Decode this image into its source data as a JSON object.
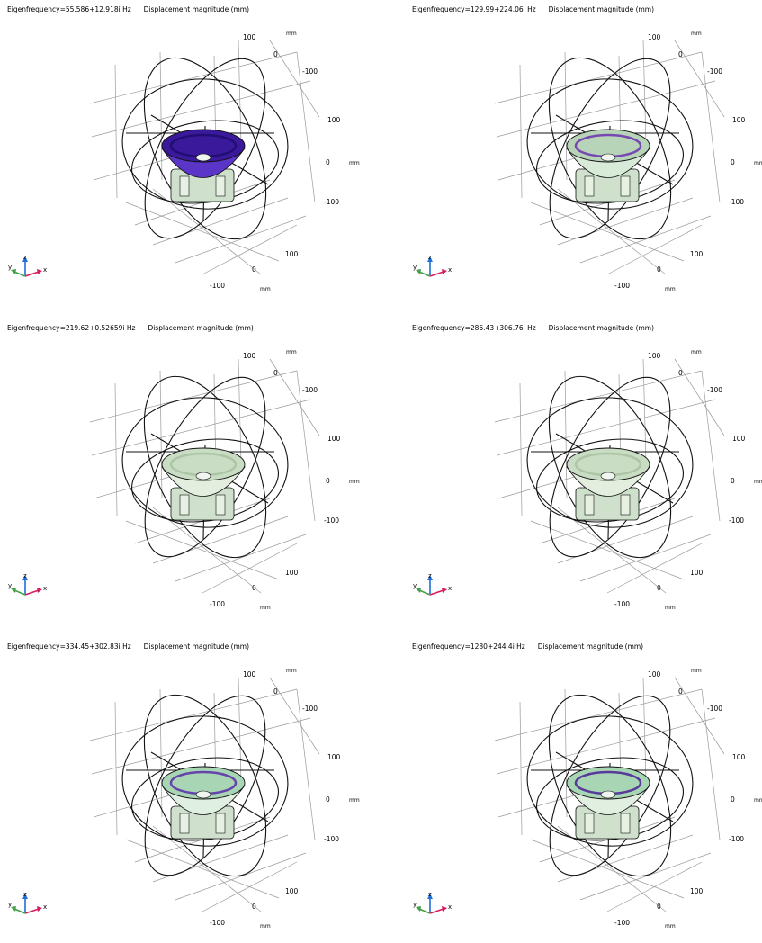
{
  "plot_title": "Displacement magnitude (mm)",
  "panels": [
    {
      "eigenfrequency": "Eigenfrequency=55.586+12.918i Hz",
      "mode_colors": [
        "#3a1a9a",
        "#1e0c6e",
        "#5a35c8"
      ]
    },
    {
      "eigenfrequency": "Eigenfrequency=129.99+224.06i Hz",
      "mode_colors": [
        "#b8d4b8",
        "#6b2fb0",
        "#d8ead8"
      ]
    },
    {
      "eigenfrequency": "Eigenfrequency=219.62+0.52659i Hz",
      "mode_colors": [
        "#c9dcc4",
        "#a7c2a0",
        "#e3eedf"
      ]
    },
    {
      "eigenfrequency": "Eigenfrequency=286.43+306.76i Hz",
      "mode_colors": [
        "#c9dcc4",
        "#a7c2a0",
        "#e3eedf"
      ]
    },
    {
      "eigenfrequency": "Eigenfrequency=334.45+302.83i Hz",
      "mode_colors": [
        "#a8d6b4",
        "#5a2aa8",
        "#dff0e2"
      ]
    },
    {
      "eigenfrequency": "Eigenfrequency=1280+244.4i Hz",
      "mode_colors": [
        "#a8d6b4",
        "#4a1f96",
        "#e0efe0"
      ]
    }
  ],
  "axes": {
    "tick_100": "100",
    "tick_0": "0",
    "tick_neg100": "-100",
    "unit": "mm",
    "triad_x": "x",
    "triad_y": "y",
    "triad_z": "z"
  },
  "colors": {
    "x_axis": "#d81b60",
    "y_axis": "#43a047",
    "z_axis": "#1e6fd9",
    "grid": "#9a9a9a",
    "wire": "#111111"
  }
}
